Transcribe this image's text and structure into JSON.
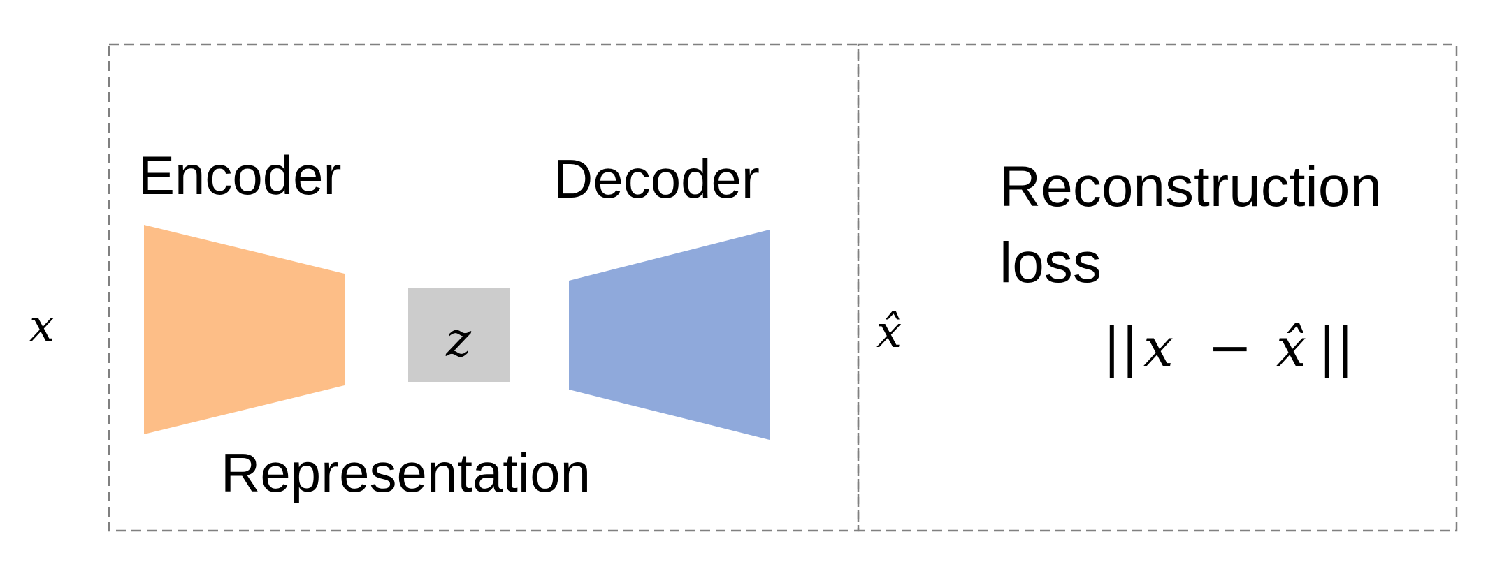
{
  "diagram": {
    "input_symbol": "x",
    "output_symbol": "x̂",
    "encoder": {
      "label": "Encoder",
      "color": "#FDBE87"
    },
    "decoder": {
      "label": "Decoder",
      "color": "#8FA9DB"
    },
    "latent": {
      "symbol": "z",
      "color": "#CCCCCC"
    },
    "representation_label": "Representation",
    "loss": {
      "title_line1": "Reconstruction",
      "title_line2": "loss",
      "formula_open": "||",
      "formula_x": "x",
      "formula_minus": "−",
      "formula_xhat": "x̂",
      "formula_close": "||"
    },
    "border_color": "#808080"
  }
}
